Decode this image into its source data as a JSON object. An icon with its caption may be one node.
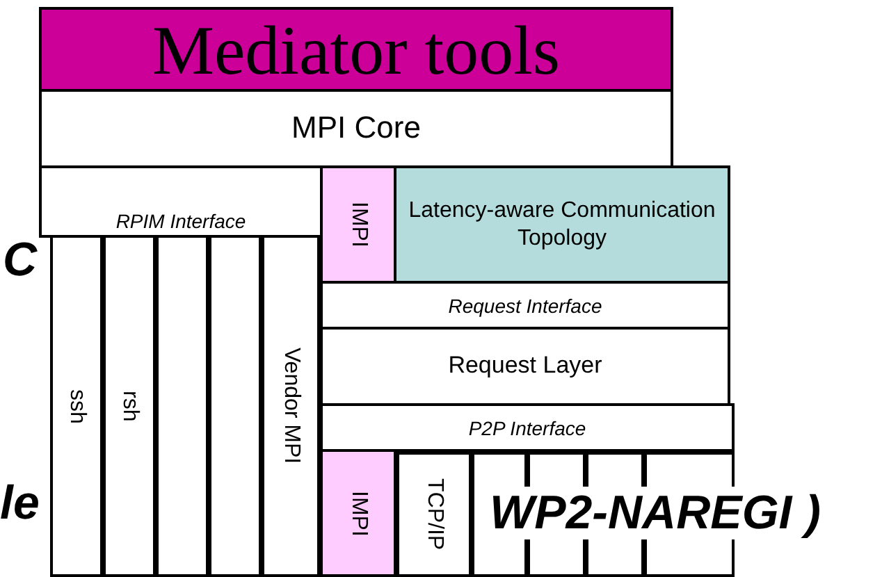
{
  "diagram": {
    "nodes": [
      {
        "text": [
          "Mediator tools"
        ]
      },
      {
        "text": [
          "MPI Core"
        ]
      },
      {
        "text": [
          "RPIM Interface"
        ]
      },
      {
        "text": [
          "IMPI"
        ]
      },
      {
        "text": [
          "Latency-aware Communication Topology"
        ]
      },
      {
        "text": [
          "ssh"
        ]
      },
      {
        "text": [
          "rsh"
        ]
      },
      {
        "text": [],
        "shape": "box"
      },
      {
        "text": [],
        "shape": "box"
      },
      {
        "text": [
          "Vendor MPI"
        ]
      },
      {
        "text": [
          "Request Interface"
        ]
      },
      {
        "text": [
          "Request Layer"
        ]
      },
      {
        "text": [
          "P2P Interface"
        ]
      },
      {
        "text": [
          "IMPI"
        ]
      },
      {
        "text": [
          "TCP/IP"
        ]
      },
      {
        "text": [],
        "shape": "box"
      },
      {
        "text": [],
        "shape": "box"
      },
      {
        "text": [],
        "shape": "box"
      },
      {
        "text": [],
        "shape": "box"
      }
    ],
    "edges": [],
    "labels": [
      "C",
      "le",
      "WP2-NAREGI )"
    ]
  }
}
